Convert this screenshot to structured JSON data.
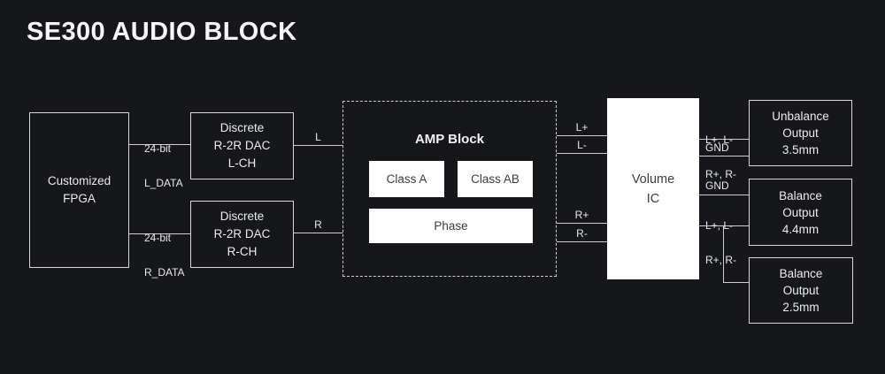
{
  "title": "SE300 AUDIO BLOCK",
  "colors": {
    "background": "#15171a",
    "line": "#d7d7d7",
    "text": "#ececec",
    "white_block_fill": "#ffffff",
    "white_block_text": "#3c3c3c"
  },
  "blocks": {
    "fpga": {
      "lines": [
        "Customized",
        "FPGA"
      ]
    },
    "dac_l": {
      "lines": [
        "Discrete",
        "R-2R DAC",
        "L-CH"
      ]
    },
    "dac_r": {
      "lines": [
        "Discrete",
        "R-2R DAC",
        "R-CH"
      ]
    },
    "amp": {
      "title": "AMP Block",
      "class_a": "Class A",
      "class_ab": "Class AB",
      "phase": "Phase"
    },
    "volume_ic": {
      "lines": [
        "Volume",
        "IC"
      ]
    },
    "output_unbalance_35": {
      "lines": [
        "Unbalance",
        "Output",
        "3.5mm"
      ]
    },
    "output_balance_44": {
      "lines": [
        "Balance",
        "Output",
        "4.4mm"
      ]
    },
    "output_balance_25": {
      "lines": [
        "Balance",
        "Output",
        "2.5mm"
      ]
    }
  },
  "wire_labels": {
    "l_data": [
      "24-bit",
      "L_DATA"
    ],
    "r_data": [
      "24-bit",
      "R_DATA"
    ],
    "dac_l_out": "L",
    "dac_r_out": "R",
    "amp_l_plus": "L+",
    "amp_l_minus": "L-",
    "amp_r_plus": "R+",
    "amp_r_minus": "R-",
    "vol_out1": [
      "L+, L-",
      "R+, R-"
    ],
    "vol_gnd1": "GND",
    "vol_gnd2": "GND",
    "vol_out2": [
      "L+, L-",
      "R+, R-"
    ]
  }
}
